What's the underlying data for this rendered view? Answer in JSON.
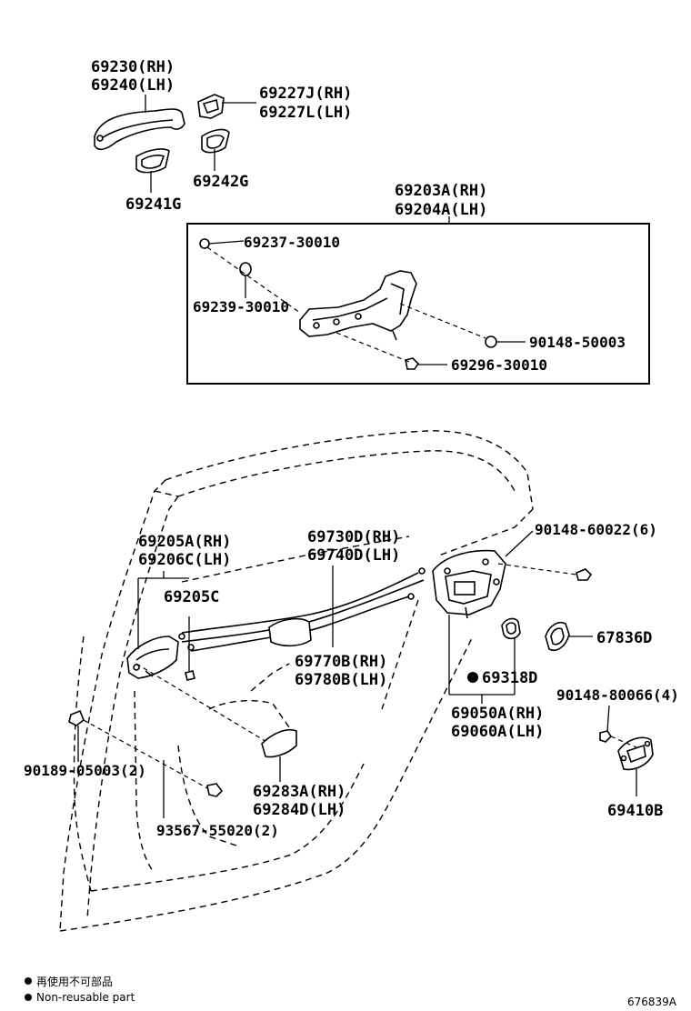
{
  "labels": {
    "p69230": "69230(RH)",
    "p69240": "69240(LH)",
    "p69227j": "69227J(RH)",
    "p69227l": "69227L(LH)",
    "p69242g": "69242G",
    "p69241g": "69241G",
    "p69203a": "69203A(RH)",
    "p69204a": "69204A(LH)",
    "p69237": "69237-30010",
    "p69239": "69239-30010",
    "p90148_50003": "90148-50003",
    "p69296": "69296-30010",
    "p69205a": "69205A(RH)",
    "p69206c": "69206C(LH)",
    "p69205c": "69205C",
    "p69730d": "69730D(RH)",
    "p69740d": "69740D(LH)",
    "p90148_60022": "90148-60022(6)",
    "p67836d": "67836D",
    "p69770b": "69770B(RH)",
    "p69780b": "69780B(LH)",
    "p69318d": "69318D",
    "p69050a": "69050A(RH)",
    "p69060a": "69060A(LH)",
    "p90148_80066": "90148-80066(4)",
    "p90189": "90189-05003(2)",
    "p69283a": "69283A(RH)",
    "p69284d": "69284D(LH)",
    "p93567": "93567-55020(2)",
    "p69410b": "69410B"
  },
  "legend": {
    "line1": "再使用不可部品",
    "line2": "Non-reusable part"
  },
  "diagram_code": "676839A"
}
